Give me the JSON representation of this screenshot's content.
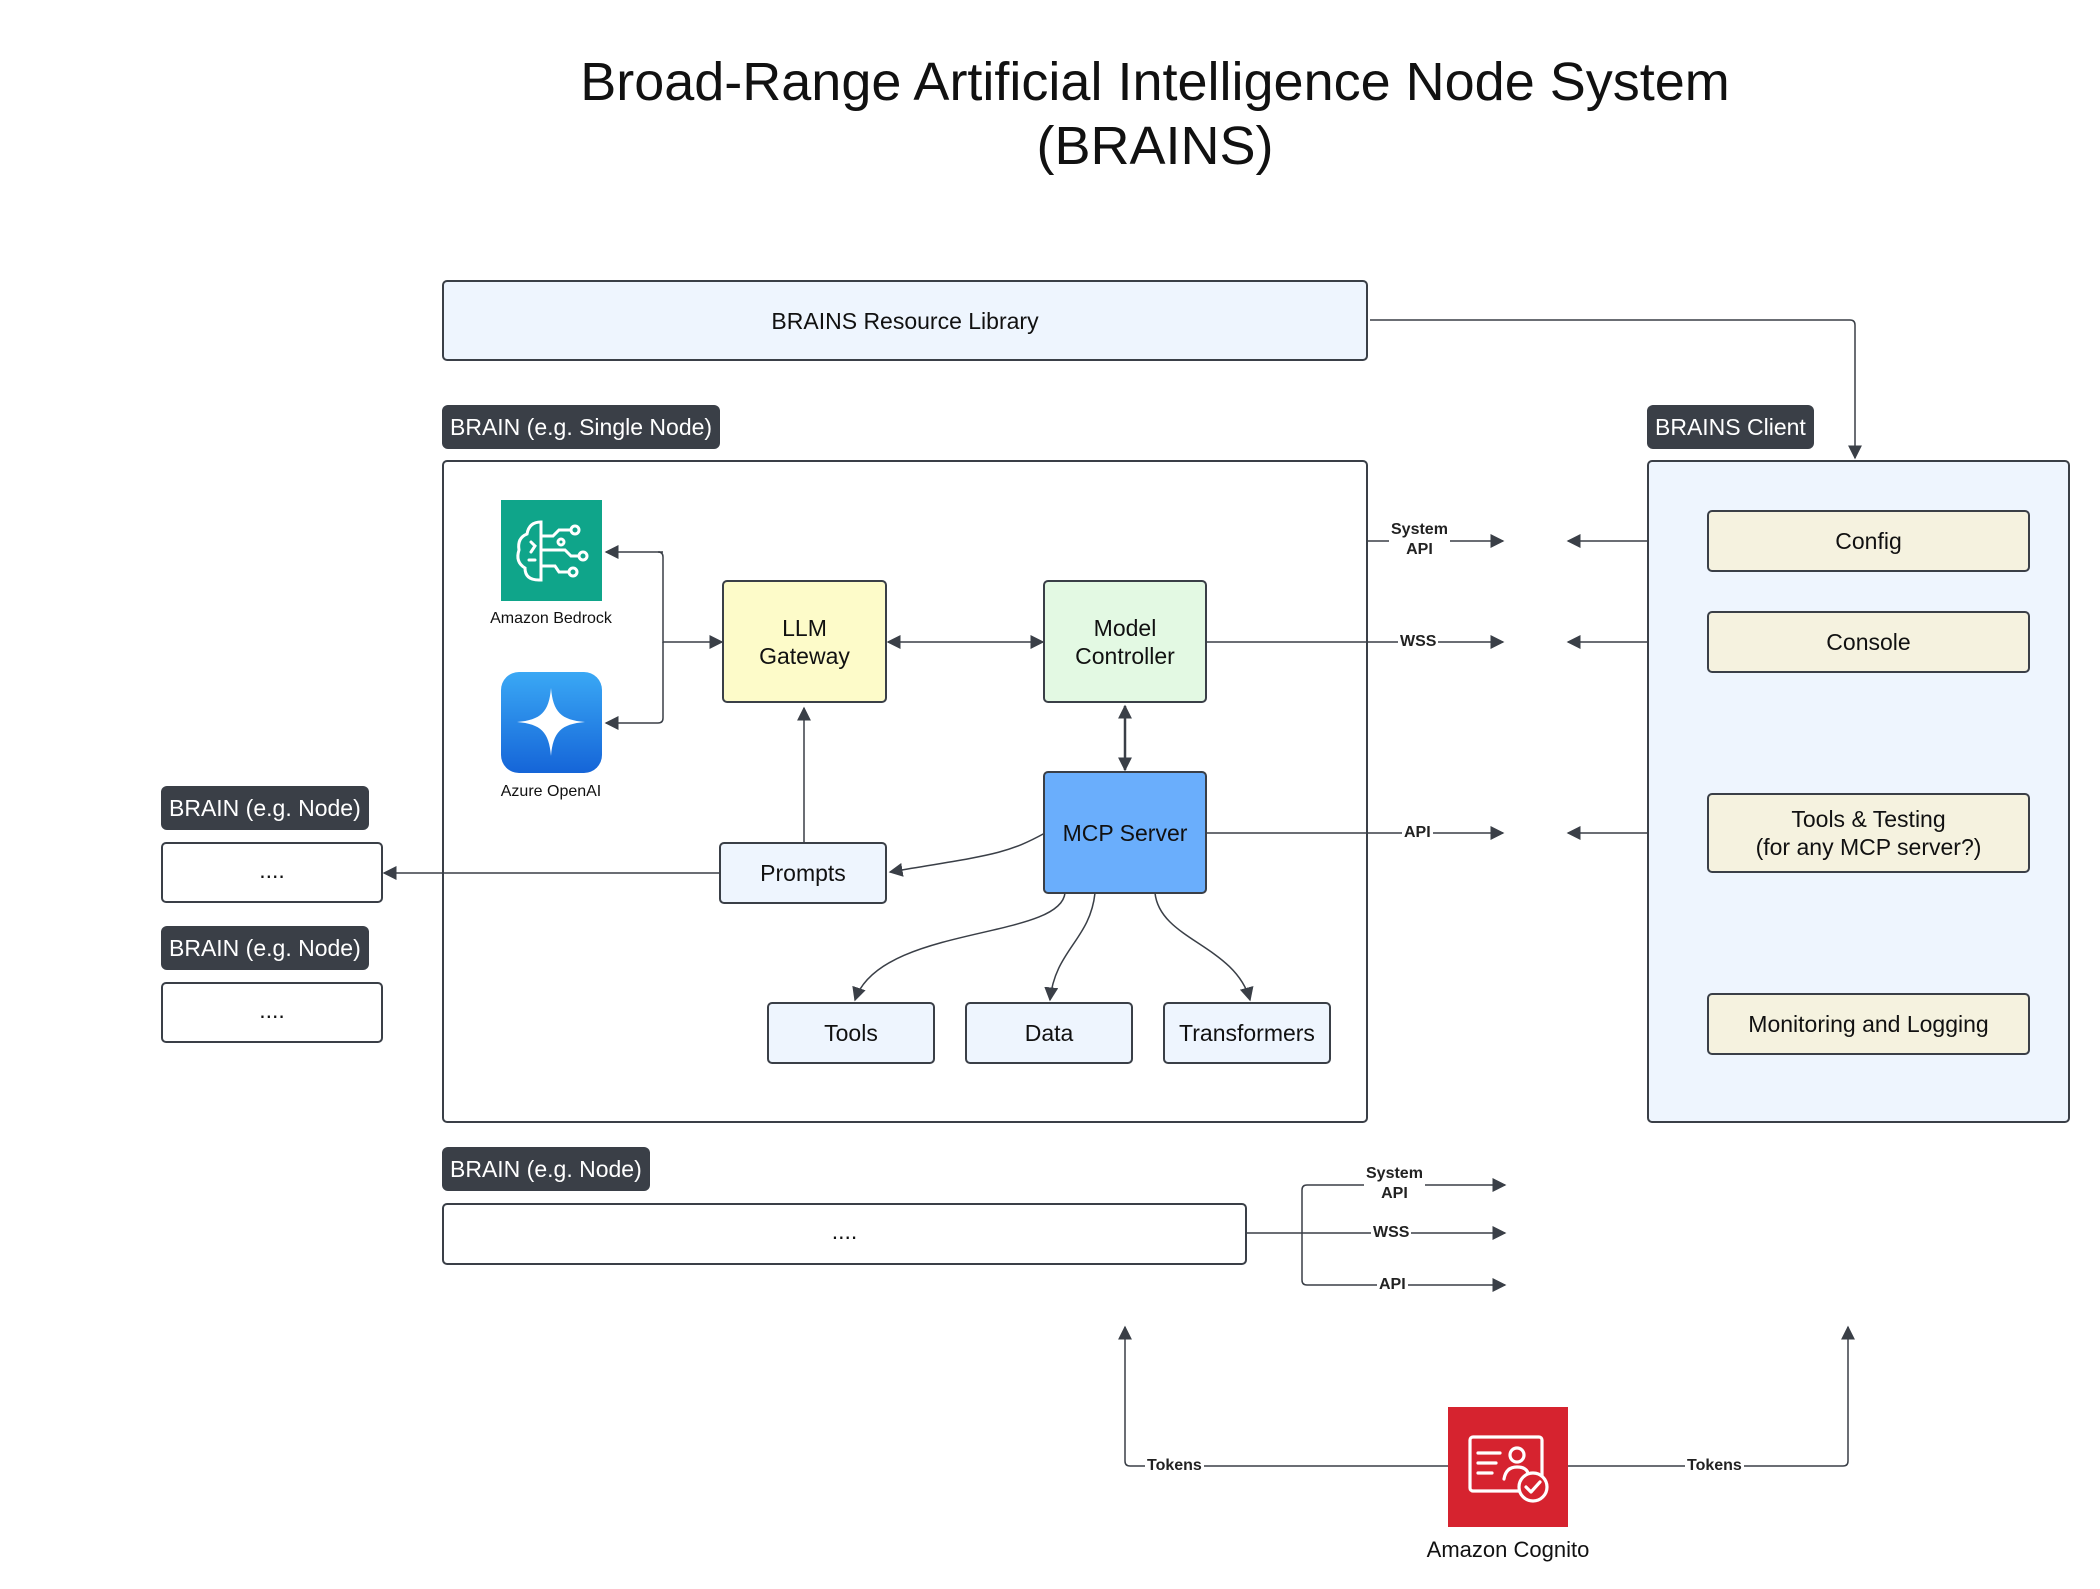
{
  "title": {
    "line1": "Broad-Range Artificial Intelligence Node System",
    "line2": "(BRAINS)"
  },
  "resource_library": {
    "label": "BRAINS Resource Library"
  },
  "brain_single": {
    "tag": "BRAIN (e.g. Single Node)",
    "providers": [
      {
        "name": "Amazon Bedrock",
        "icon": "amazon-bedrock-icon",
        "color": "#0fa58a"
      },
      {
        "name": "Azure OpenAI",
        "icon": "azure-openai-icon",
        "color": "#1e7be4"
      }
    ],
    "llm_gateway": "LLM\nGateway",
    "model_controller": "Model\nController",
    "mcp_server": "MCP Server",
    "prompts": "Prompts",
    "resources": [
      "Tools",
      "Data",
      "Transformers"
    ]
  },
  "side_nodes": [
    {
      "tag": "BRAIN (e.g. Node)",
      "content": "...."
    },
    {
      "tag": "BRAIN (e.g. Node)",
      "content": "...."
    }
  ],
  "bottom_node": {
    "tag": "BRAIN (e.g. Node)",
    "content": "...."
  },
  "client": {
    "tag": "BRAINS Client",
    "items": [
      "Config",
      "Console",
      "Tools & Testing\n(for any MCP server?)",
      "Monitoring and Logging"
    ]
  },
  "connections": {
    "system_api": "System\nAPI",
    "wss": "WSS",
    "api": "API",
    "tokens": "Tokens"
  },
  "cognito": {
    "label": "Amazon Cognito",
    "icon": "amazon-cognito-icon",
    "color": "#d6232f"
  },
  "colors": {
    "dark": "#3a3f47",
    "llm_gateway": "#fdfbc9",
    "model_controller": "#e3f9e3",
    "mcp_server": "#6aaefc",
    "light_blue": "#eef5fe",
    "cream": "#f5f2df"
  }
}
